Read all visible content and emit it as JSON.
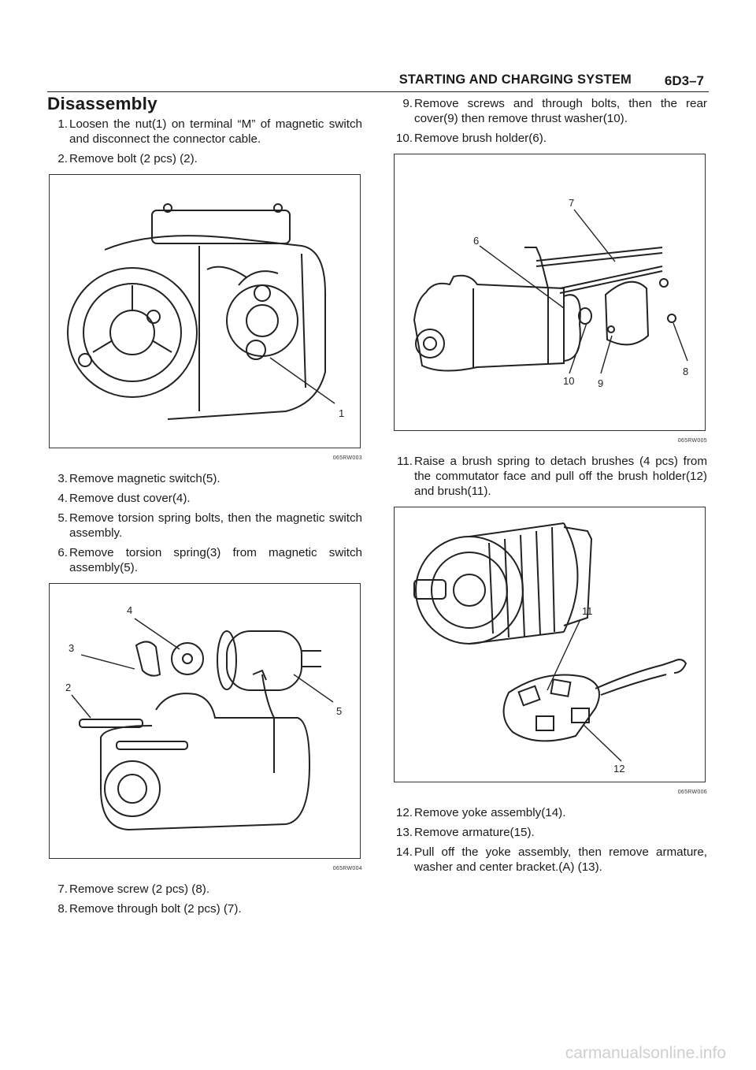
{
  "header": {
    "section": "STARTING AND CHARGING SYSTEM",
    "page": "6D3–7"
  },
  "left": {
    "title": "Disassembly",
    "steps_a": [
      {
        "n": "1.",
        "text": "Loosen the nut(1) on terminal “M” of magnetic switch and disconnect the connector cable."
      },
      {
        "n": "2.",
        "text": "Remove bolt (2 pcs) (2)."
      }
    ],
    "fig1": {
      "code": "065RW003",
      "callouts": [
        "1"
      ]
    },
    "steps_b": [
      {
        "n": "3.",
        "text": "Remove magnetic switch(5)."
      },
      {
        "n": "4.",
        "text": "Remove dust cover(4)."
      },
      {
        "n": "5.",
        "text": "Remove torsion spring bolts, then the magnetic switch assembly."
      },
      {
        "n": "6.",
        "text": "Remove torsion spring(3) from magnetic switch assembly(5)."
      }
    ],
    "fig2": {
      "code": "065RW004",
      "callouts": [
        "4",
        "3",
        "2",
        "5"
      ]
    },
    "steps_c": [
      {
        "n": "7.",
        "text": "Remove screw (2 pcs) (8)."
      },
      {
        "n": "8.",
        "text": "Remove through bolt (2 pcs) (7)."
      }
    ]
  },
  "right": {
    "steps_a": [
      {
        "n": "9.",
        "text": "Remove screws and through bolts, then the rear cover(9) then remove thrust washer(10)."
      },
      {
        "n": "10.",
        "text": "Remove brush holder(6)."
      }
    ],
    "fig3": {
      "code": "065RW005",
      "callouts": [
        "7",
        "6",
        "10",
        "9",
        "8"
      ]
    },
    "steps_b": [
      {
        "n": "11.",
        "text": "Raise a brush spring to detach brushes (4 pcs) from the commutator face and pull off the brush holder(12) and brush(11)."
      }
    ],
    "fig4": {
      "code": "065RW006",
      "callouts": [
        "11",
        "12"
      ]
    },
    "steps_c": [
      {
        "n": "12.",
        "text": "Remove yoke assembly(14)."
      },
      {
        "n": "13.",
        "text": "Remove armature(15)."
      },
      {
        "n": "14.",
        "text": "Pull off the yoke assembly, then remove armature, washer and center bracket.(A) (13)."
      }
    ]
  },
  "watermark": "carmanualsonline.info"
}
